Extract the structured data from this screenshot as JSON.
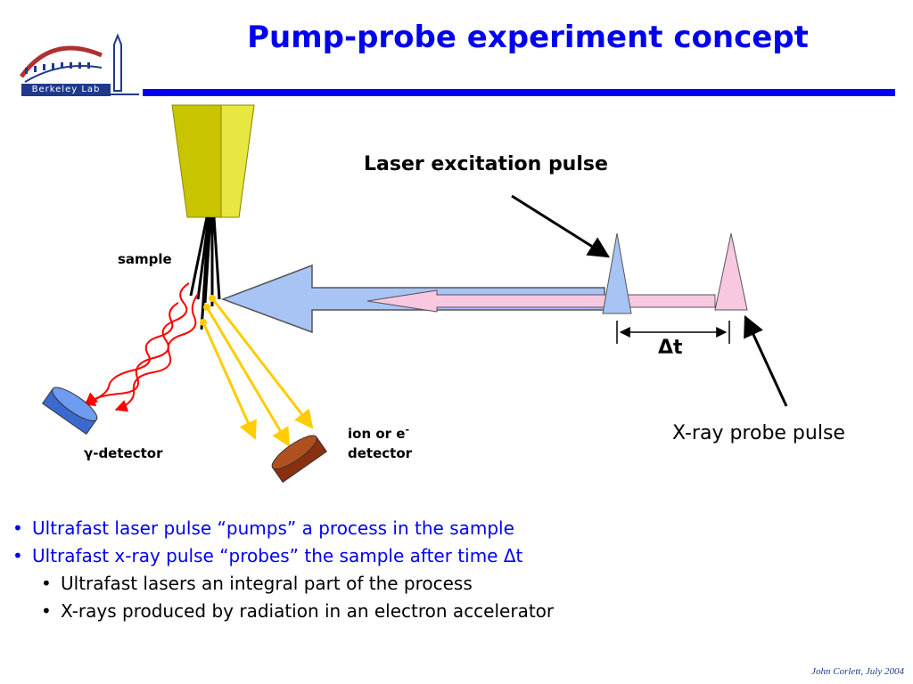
{
  "title": "Pump-probe experiment concept",
  "logo": {
    "text": "Berkeley Lab"
  },
  "diagram": {
    "sample_label": "sample",
    "gamma_detector_label": "γ-detector",
    "ion_detector_label_line1": "ion or e",
    "ion_detector_label_sup": "-",
    "ion_detector_label_line2": "detector",
    "laser_label": "Laser excitation pulse",
    "xray_label": "X-ray probe pulse",
    "delta_t_label": "Δt"
  },
  "bullets": [
    {
      "level": 1,
      "text": "Ultrafast laser pulse “pumps” a process in the sample"
    },
    {
      "level": 1,
      "text": "Ultrafast x-ray pulse “probes” the sample after time Δt"
    },
    {
      "level": 2,
      "text": "Ultrafast lasers an integral part of the process"
    },
    {
      "level": 2,
      "text": "X-rays produced by radiation in an electron accelerator"
    }
  ],
  "footer": "John Corlett,  July 2004",
  "colors": {
    "title": "#0000ee",
    "laser_pulse": "#a8c4f5",
    "xray_pulse": "#f8c8e0",
    "sample_holder": "#c8c400",
    "gamma_rays": "#ff0000",
    "ion_paths": "#ffcc00",
    "gamma_detector": "#4a7ee0",
    "ion_detector": "#a0401a"
  }
}
